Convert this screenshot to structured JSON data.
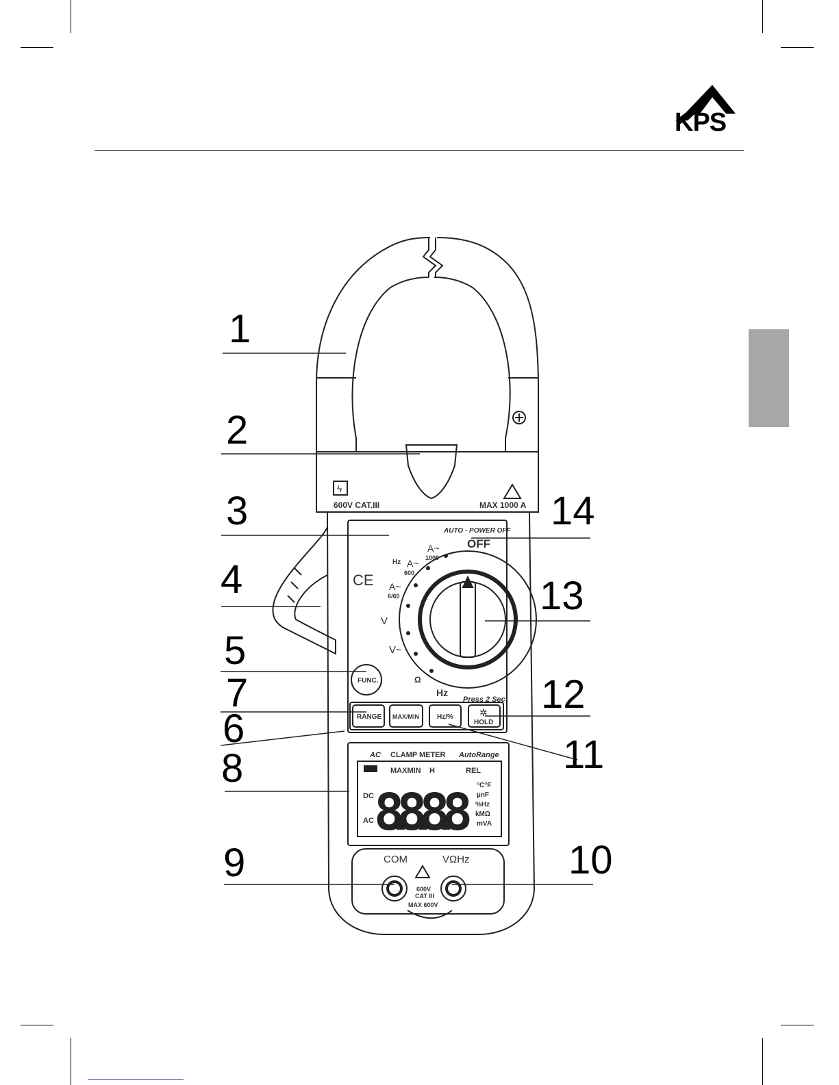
{
  "brand": {
    "logo_text": "KPS",
    "logo_icon": "kps-mountain-logo"
  },
  "colors": {
    "side_tab": "#a7a7a7",
    "outline": "#222222",
    "link_underline": "#2a36c9"
  },
  "callouts": [
    "1",
    "2",
    "3",
    "4",
    "5",
    "7",
    "6",
    "8",
    "9",
    "14",
    "13",
    "12",
    "11",
    "10"
  ],
  "meter": {
    "jaw_left_label": "600V CAT.III",
    "jaw_right_label": "MAX 1000 A",
    "auto_power_off": "AUTO - POWER OFF",
    "dial": {
      "off": "OFF",
      "a_1000": "A~",
      "a_1000_sub": "1000",
      "a_600": "A~",
      "a_600_sub": "600",
      "a_6_60": "A~",
      "a_6_60_sub": "6/60",
      "hz_small": "Hz",
      "v_dc": "V",
      "v_ac": "V~",
      "ohm": "Ω",
      "hz": "Hz",
      "press": "Press 2 Sec"
    },
    "buttons": {
      "func": "FUNC.",
      "range": "RANGE",
      "maxmin": "MAX/MIN",
      "hz_pct": "Hz/%",
      "hold": "HOLD",
      "hold_symbol": "✲"
    },
    "lcd": {
      "header_ac": "AC",
      "header_title": "CLAMP METER",
      "header_auto": "AutoRange",
      "status_maxmin": "MAXMIN",
      "status_h": "H",
      "status_rel": "REL",
      "dc": "DC",
      "ac": "AC",
      "digits": "8.8.8.8",
      "unit_temp": "°C°F",
      "unit_cap": "µnF",
      "unit_freq": "%Hz",
      "unit_res": "kMΩ",
      "unit_va": "mVA"
    },
    "terminals": {
      "com": "COM",
      "vohm": "VΩHz",
      "rating_1": "600V",
      "rating_2": "CAT III",
      "rating_3": "MAX 600V"
    },
    "ce_mark": "CE"
  }
}
